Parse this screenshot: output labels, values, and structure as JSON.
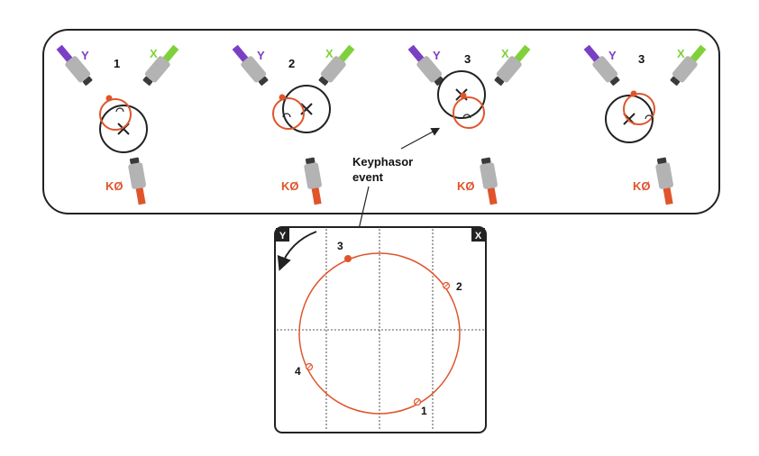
{
  "colors": {
    "orange": "#e0542b",
    "purple": "#7b3fc4",
    "green": "#7fd13b",
    "probe_body": "#b3b3b3",
    "probe_tip": "#3a3a3a",
    "line": "#222222"
  },
  "labels": {
    "y_probe": "Y",
    "x_probe": "X",
    "kphi_probe": "KØ",
    "keyphasor_line1": "Keyphasor",
    "keyphasor_line2": "event"
  },
  "panels": [
    {
      "step": "1"
    },
    {
      "step": "2"
    },
    {
      "step": "3"
    },
    {
      "step": "3"
    }
  ],
  "orbit_plot": {
    "corner_y": "Y",
    "corner_x": "X",
    "points": [
      {
        "label": "3",
        "type": "keyphasor-filled"
      },
      {
        "label": "2",
        "type": "open"
      },
      {
        "label": "4",
        "type": "open"
      },
      {
        "label": "1",
        "type": "open"
      }
    ]
  }
}
